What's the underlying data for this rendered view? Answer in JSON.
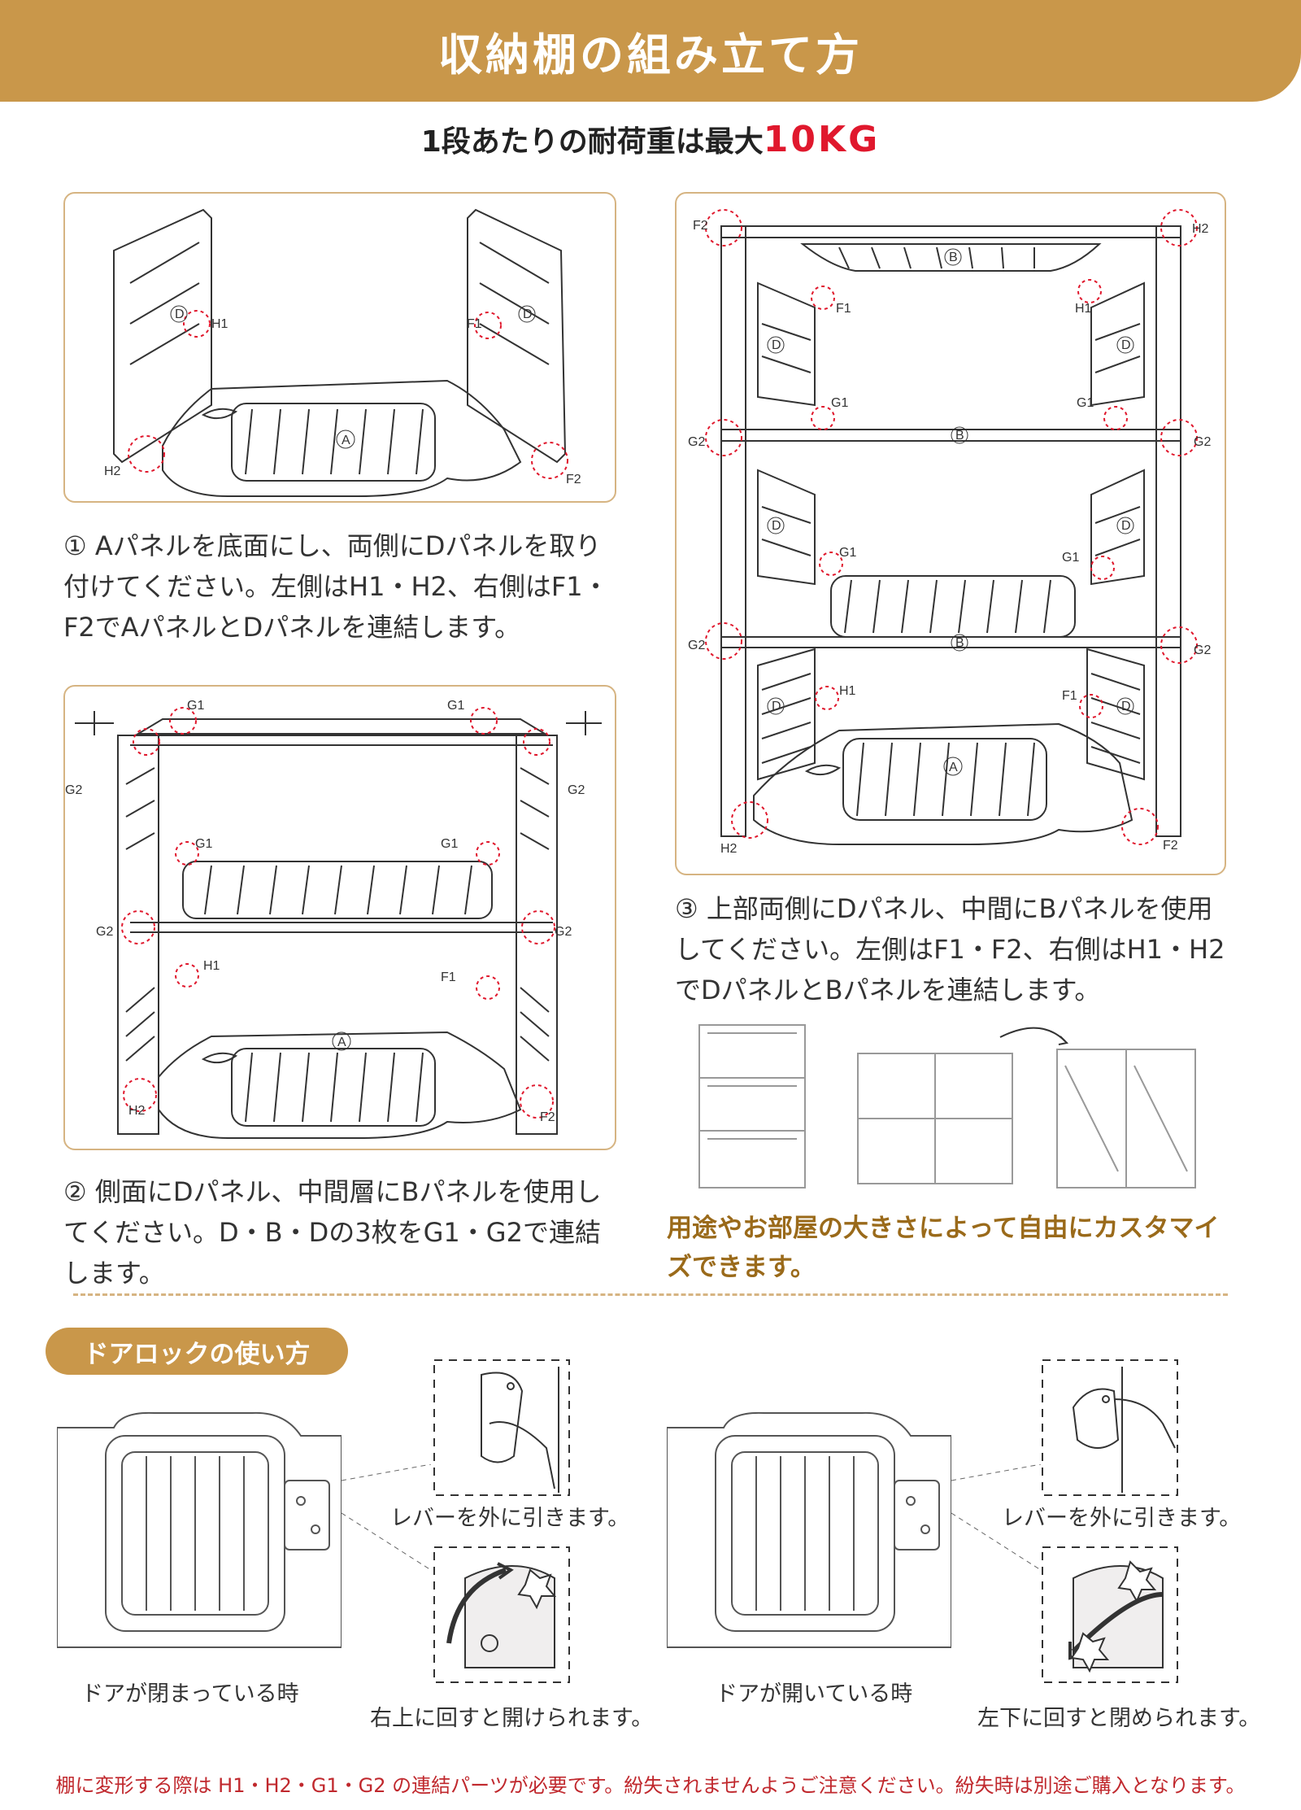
{
  "header": {
    "title": "収納棚の組み立て方"
  },
  "subtitle": {
    "prefix": "1段あたりの耐荷重は最大",
    "accent": "10KG"
  },
  "labels": {
    "A": "A",
    "B": "B",
    "D": "D",
    "H1": "H1",
    "H2": "H2",
    "F1": "F1",
    "F2": "F2",
    "G1": "G1",
    "G2": "G2"
  },
  "steps": {
    "step1": "①  Aパネルを底面にし、両側にDパネルを取り付けてください。左側はH1・H2、右側はF1・F2でAパネルとDパネルを連結します。",
    "step2": "②  側面にDパネル、中間層にBパネルを使用してください。D・B・Dの3枚をG1・G2で連結します。",
    "step3": "③  上部両側にDパネル、中間にBパネルを使用してください。左側はF1・F2、右側はH1・H2でDパネルとBパネルを連結します。"
  },
  "customize_caption": "用途やお部屋の大きさによって自由にカスタマイズできます。",
  "door_lock": {
    "title": "ドアロックの使い方",
    "left": {
      "state": "ドアが閉まっている時",
      "pull": "レバーを外に引きます。",
      "turn": "右上に回すと開けられます。"
    },
    "right": {
      "state": "ドアが開いている時",
      "pull": "レバーを外に引きます。",
      "turn": "左下に回すと閉められます。"
    }
  },
  "footer": "棚に変形する際は H1・H2・G1・G2 の連結パーツが必要です。紛失されませんようご注意ください。紛失時は別途ご購入となります。"
}
